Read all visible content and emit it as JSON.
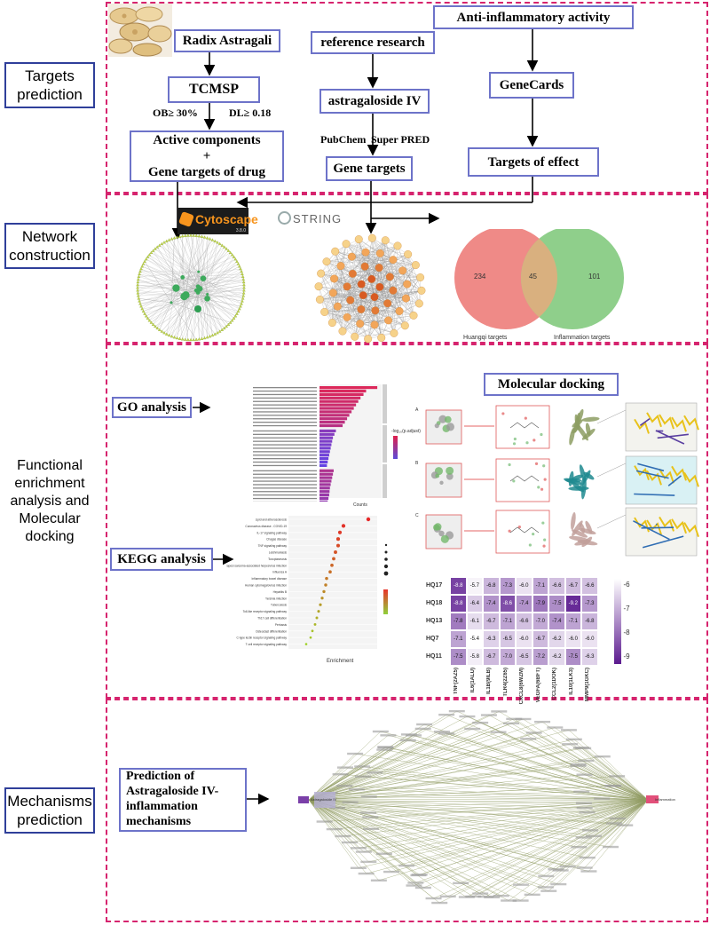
{
  "stages": [
    {
      "label": "Targets prediction"
    },
    {
      "label": "Network construction"
    },
    {
      "label": "Functional enrichment analysis and Molecular docking"
    },
    {
      "label": "Mechanisms prediction"
    }
  ],
  "targets": {
    "herb": "Radix Astragali",
    "db": "TCMSP",
    "filter_ob": "OB≥ 30%",
    "filter_dl": "DL≥ 0.18",
    "active_line1": "Active components",
    "active_plus": "+",
    "active_line2": "Gene targets of drug",
    "ref": "reference research",
    "compound": "astragaloside IV",
    "pubchem": "PubChem",
    "superpred": "Super PRED",
    "gene_targets": "Gene targets",
    "activity": "Anti-inflammatory activity",
    "genecards": "GeneCards",
    "effect_targets": "Targets of effect"
  },
  "network": {
    "cytoscape_logo": "Cytoscape",
    "cytoscape_version": "3.8.0",
    "string_logo": "STRING",
    "venn": {
      "left_count": "234",
      "overlap_count": "45",
      "right_count": "101",
      "left_label": "Huangqi targets",
      "right_label": "Inflammation  targets",
      "left_color": "#ef8a87",
      "right_color": "#8fcf8b",
      "overlap_color": "#d9b07f"
    }
  },
  "functional": {
    "go_label": "GO analysis",
    "kegg_label": "KEGG  analysis",
    "docking_label": "Molecular docking",
    "go_xlabel": "Counts",
    "go_legend_title": "-log₁₀(p.adjust)",
    "kegg_xlabel": "Enrichment",
    "kegg_terms": [
      "Lipid and atherosclerosis",
      "Coronavirus disease - COVID-19",
      "IL-17 signaling pathway",
      "Chagas disease",
      "TNF signaling pathway",
      "Leishmaniasis",
      "Toxoplasmosis",
      "Kaposi sarcoma-associated herpesvirus infection",
      "Influenza A",
      "Inflammatory bowel disease",
      "Human cytomegalovirus infection",
      "Hepatitis B",
      "Yersinia infection",
      "Tuberculosis",
      "Toll-like receptor signaling pathway",
      "Th17 cell differentiation",
      "Pertussis",
      "Osteoclast differentiation",
      "C-type lectin receptor signaling pathway",
      "T cell receptor signaling pathway"
    ],
    "docking_panels": [
      "A",
      "B",
      "C"
    ]
  },
  "chart_data": {
    "type": "heatmap",
    "rows": [
      "HQ17",
      "HQ18",
      "HQ13",
      "HQ7",
      "HQ11"
    ],
    "columns": [
      "TNF(2AZ5)",
      "IL6(1ALU)",
      "IL1B(9ILB)",
      "TLR4(2Z65)",
      "CXCL8(6WZM)",
      "VEGFA(6BFT)",
      "CCL2(1DOK)",
      "IL10(1LK3)",
      "MMP9(1GKC)"
    ],
    "values": [
      [
        -8.8,
        -5.7,
        -6.8,
        -7.3,
        -6.0,
        -7.1,
        -6.6,
        -6.7,
        -6.6
      ],
      [
        -8.8,
        -6.4,
        -7.4,
        -8.6,
        -7.4,
        -7.9,
        -7.5,
        -9.2,
        -7.3
      ],
      [
        -7.8,
        -6.1,
        -6.7,
        -7.1,
        -6.6,
        -7.0,
        -7.4,
        -7.1,
        -6.8
      ],
      [
        -7.1,
        -5.4,
        -6.3,
        -6.5,
        -6.0,
        -6.7,
        -6.2,
        -6.0,
        -6.0
      ],
      [
        -7.5,
        -5.8,
        -6.7,
        -7.0,
        -6.5,
        -7.2,
        -6.2,
        -7.5,
        -6.3
      ]
    ],
    "colorbar_ticks": [
      "-6",
      "-7",
      "-8",
      "-9"
    ],
    "scale_min": -9.5,
    "scale_max": -5.5,
    "color_low": "#5b1a8f",
    "color_high": "#ffffff"
  },
  "mechanism": {
    "title": "Prediction of Astragaloside IV-inflammation mechanisms",
    "hub_left": "Astragaloside IV",
    "hub_right": "Inflammation"
  },
  "colors": {
    "stage_border": "#d6246e",
    "label_border": "#2f3f9a",
    "flow_border": "#6d73c9",
    "network_line": "#6b7a2e"
  }
}
